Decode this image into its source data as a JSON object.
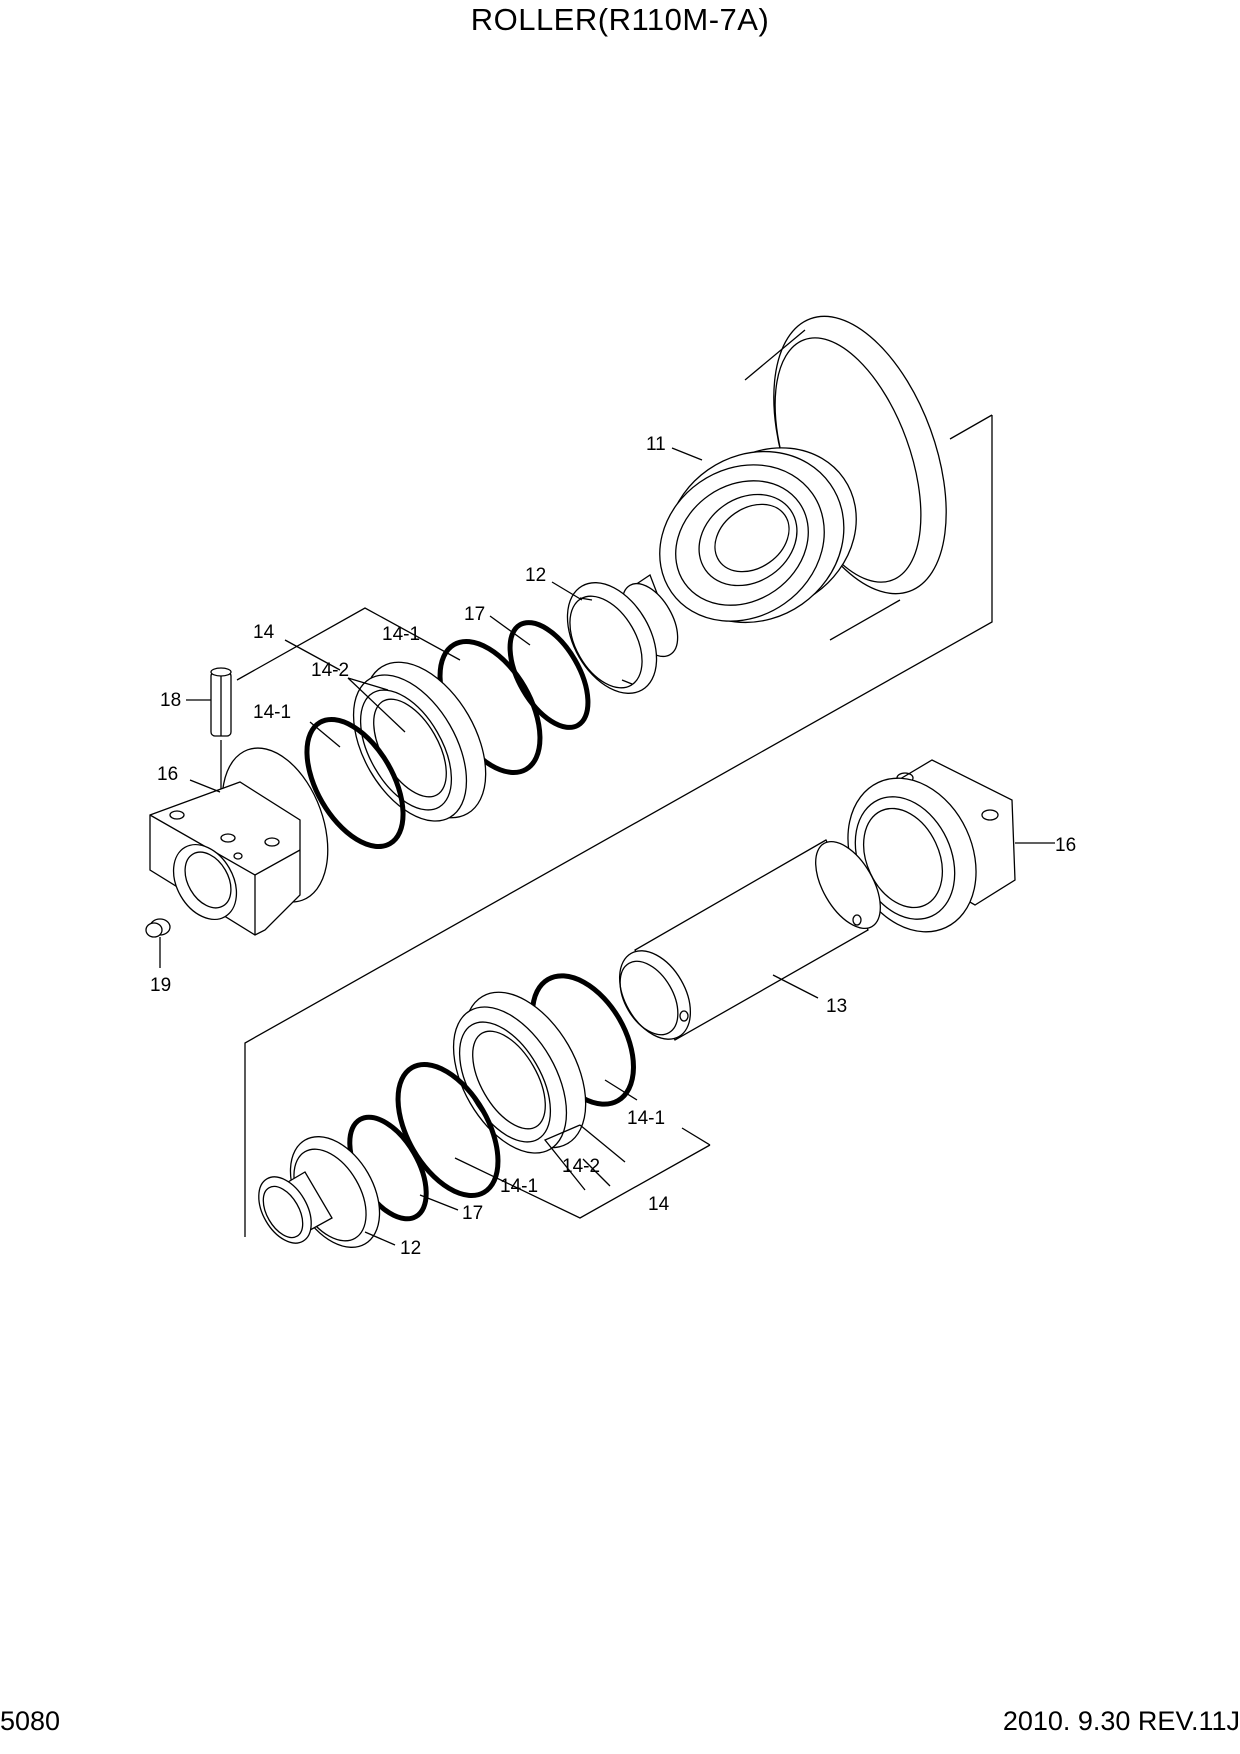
{
  "title": "ROLLER(R110M-7A)",
  "footer": {
    "page_number": "5080",
    "revision": "2010. 9.30  REV.11J"
  },
  "callouts": {
    "roller": "11",
    "bushing_upper": "12",
    "bushing_lower": "12",
    "shaft": "13",
    "seal_upper": "14",
    "seal_upper_ring_a": "14-1",
    "seal_upper_ring_b": "14-1",
    "seal_upper_seat": "14-2",
    "seal_lower": "14",
    "seal_lower_ring_a": "14-1",
    "seal_lower_ring_b": "14-1",
    "seal_lower_seat": "14-2",
    "collar_left": "16",
    "collar_right": "16",
    "oring_upper": "17",
    "oring_lower": "17",
    "pin": "18",
    "plug": "19"
  }
}
